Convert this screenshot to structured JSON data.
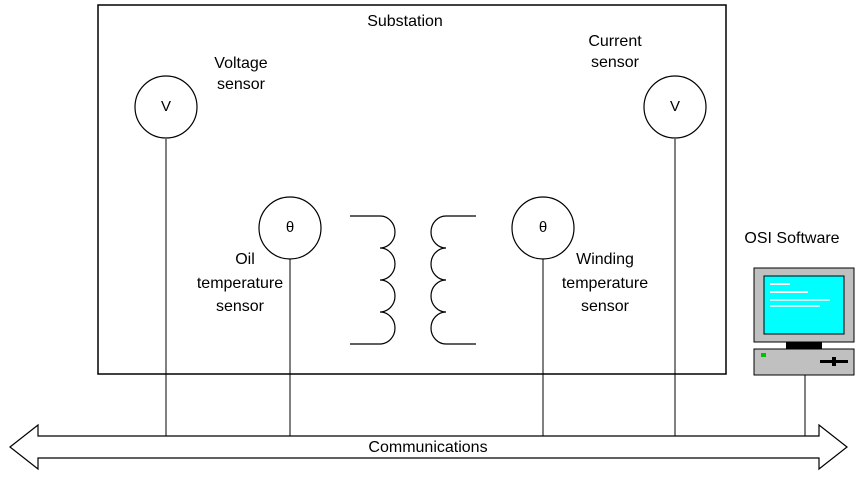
{
  "labels": {
    "substation": "Substation",
    "voltage_sensor_line1": "Voltage",
    "voltage_sensor_line2": "sensor",
    "current_sensor_line1": "Current",
    "current_sensor_line2": "sensor",
    "oil_sensor_line1": "Oil",
    "oil_sensor_line2": "temperature",
    "oil_sensor_line3": "sensor",
    "winding_sensor_line1": "Winding",
    "winding_sensor_line2": "temperature",
    "winding_sensor_line3": "sensor",
    "osi_software": "OSI Software",
    "communications": "Communications"
  },
  "symbols": {
    "voltage_sensor": "V",
    "current_sensor": "V",
    "oil_sensor": "θ",
    "winding_sensor": "θ"
  },
  "colors": {
    "line": "#000000",
    "monitor_body": "#c0c0c0",
    "monitor_screen": "#00ffff",
    "monitor_screen_text": "#ffffff",
    "led": "#00c000"
  },
  "icons": {
    "computer": "desktop-computer-icon"
  }
}
